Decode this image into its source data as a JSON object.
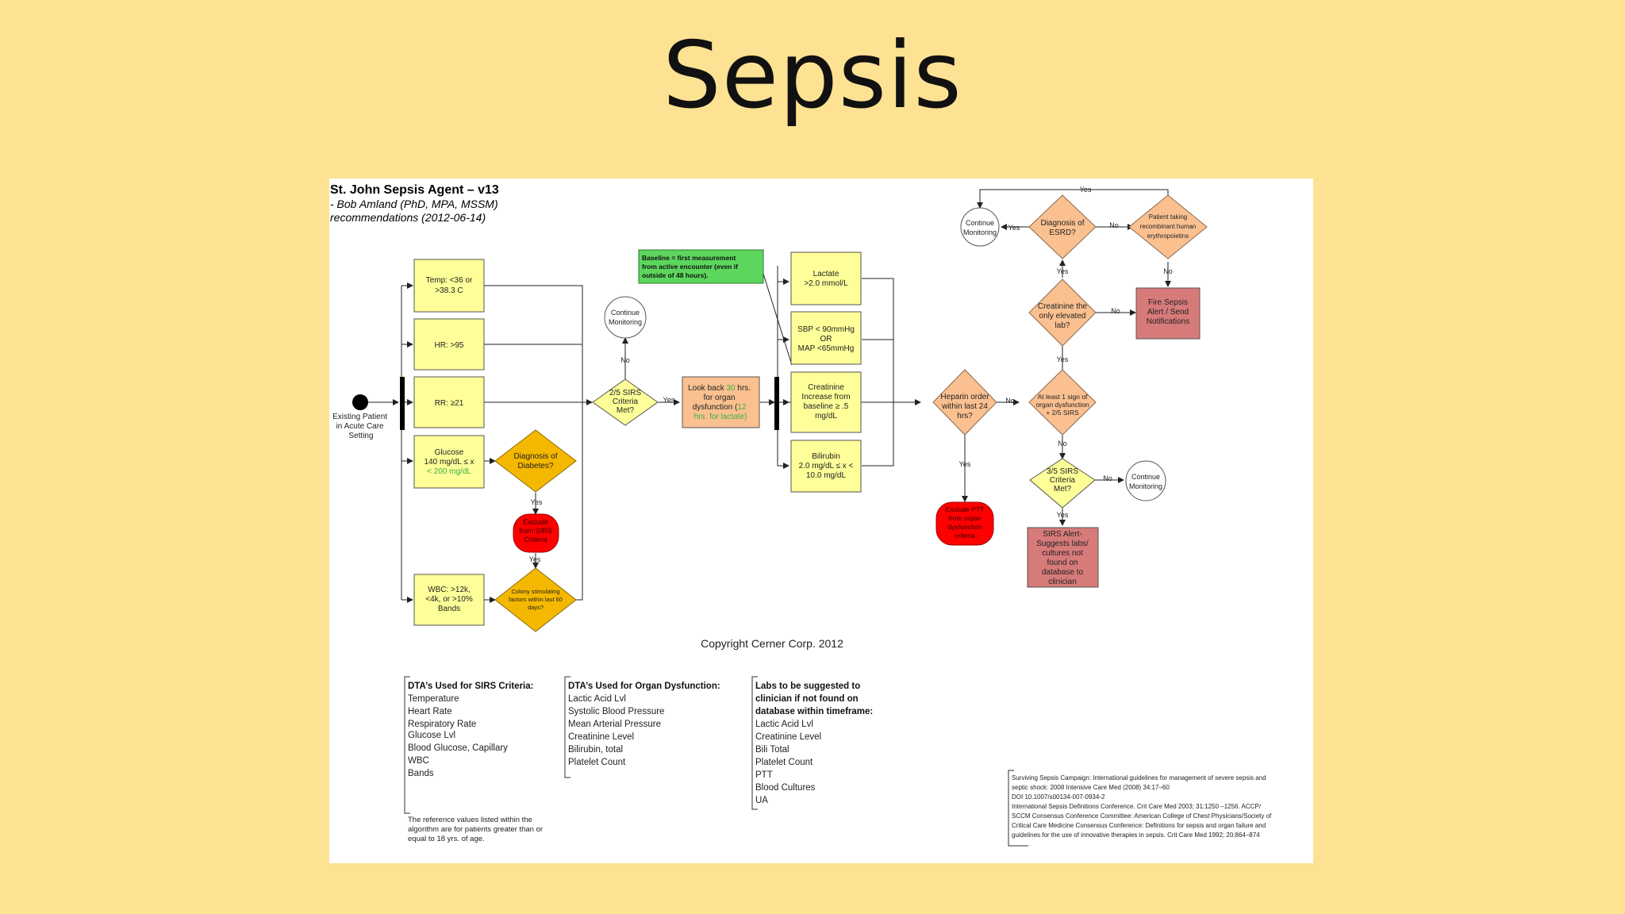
{
  "slide_title": "Sepsis",
  "header": {
    "title": "St. John Sepsis Agent – v13",
    "line2": "- Bob Amland (PhD, MPA, MSSM)",
    "line3": "recommendations (2012-06-14)"
  },
  "start": {
    "l1": "Existing Patient",
    "l2": "in Acute Care",
    "l3": "Setting"
  },
  "sirs": {
    "temp": [
      "Temp: <36 or",
      ">38.3 C"
    ],
    "hr": "HR: >95",
    "rr": "RR: ≥21",
    "glucose": [
      "Glucose",
      "140 mg/dL ≤ x",
      "< 200 mg/dL"
    ],
    "wbc": [
      "WBC: >12k,",
      "<4k, or >10%",
      "Bands"
    ]
  },
  "diabetes": [
    "Diagnosis of",
    "Diabetes?"
  ],
  "exclude_sirs": [
    "Exclude",
    "from SIRS",
    "Criteria"
  ],
  "colony": [
    "Colony stimulating",
    "factors within last 60",
    "days?"
  ],
  "sirs25": [
    "2/5 SIRS",
    "Criteria",
    "Met?"
  ],
  "continue": [
    "Continue",
    "Monitoring"
  ],
  "lookback": {
    "a": "Look back ",
    "b": "30",
    "c": " hrs.",
    "l2": "for organ",
    "l3a": "dysfunction (",
    "l3b": "12",
    "l4": "hrs. for lactate)"
  },
  "baseline": [
    "Baseline = first measurement",
    "from active encounter (even if",
    "outside of 48 hours)."
  ],
  "organ": {
    "lactate": [
      "Lactate",
      ">2.0 mmol/L"
    ],
    "sbp": [
      "SBP < 90mmHg",
      "OR",
      "MAP <65mmHg"
    ],
    "creat": [
      "Creatinine",
      "Increase from",
      "baseline ≥ .5",
      "mg/dL"
    ],
    "bili": [
      "Bilirubin",
      "2.0 mg/dL ≤ x <",
      "10.0 mg/dL"
    ]
  },
  "heparin": [
    "Heparin order",
    "within last 24",
    "hrs?"
  ],
  "exclude_ptt": [
    "Exclude PTT",
    "from organ",
    "dysfunction",
    "criteria"
  ],
  "atleast": [
    "At least 1 sign of",
    "organ dysfunction",
    "+ 2/5 SIRS"
  ],
  "creat_only": [
    "Creatinine the",
    "only elevated",
    "lab?"
  ],
  "esrd": [
    "Diagnosis of",
    "ESRD?"
  ],
  "erythro": [
    "Patient taking",
    "recombinant human",
    "erythropoietins"
  ],
  "fire": [
    "Fire Sepsis",
    "Alert / Send",
    "Notifications"
  ],
  "sirs35": [
    "3/5 SIRS",
    "Criteria",
    "Met?"
  ],
  "sirs_alert": [
    "SIRS Alert-",
    "Suggests labs/",
    "cultures not",
    "found on",
    "database to",
    "clinician"
  ],
  "labels": {
    "yes": "Yes",
    "no": "No"
  },
  "copyright": "Copyright Cerner Corp. 2012",
  "dta_sirs": {
    "title": "DTA’s Used for SIRS Criteria:",
    "items": [
      "Temperature",
      "Heart Rate",
      "Respiratory Rate",
      "Glucose Lvl",
      "Blood Glucose, Capillary",
      "WBC",
      "Bands"
    ]
  },
  "dta_organ": {
    "title": "DTA’s Used for Organ Dysfunction:",
    "items": [
      "Lactic Acid Lvl",
      "Systolic Blood Pressure",
      "Mean Arterial Pressure",
      "Creatinine Level",
      "Bilirubin, total",
      "Platelet Count"
    ]
  },
  "labs": {
    "title": [
      "Labs to be suggested to",
      "clinician if not found on",
      "database within timeframe:"
    ],
    "items": [
      "Lactic Acid Lvl",
      "Creatinine Level",
      "Bili Total",
      "Platelet Count",
      "PTT",
      "Blood Cultures",
      "UA"
    ]
  },
  "reference_note": [
    "The reference values listed within the",
    "algorithm are for patients greater than or",
    "equal to 18 yrs. of age."
  ],
  "citations": [
    "Surviving Sepsis Campaign: International guidelines for management of severe sepsis and",
    "septic shock: 2008 Intensive Care Med (2008) 34:17–60",
    "DOI 10.1007/s00134-007-0934-2",
    "International Sepsis Definitions Conference. Crit Care Med 2003; 31:1250 –1256. ACCP/",
    "SCCM Consensus Conference Committee: American College of Chest Physicians/Society of",
    "Critical Care Medicine Consensus Conference: Definitions for sepsis and organ failure and",
    "guidelines for the use of innovative therapies in sepsis. Crit Care Med 1992; 20:864–874"
  ],
  "colors": {
    "slide_bg": "#FDE293",
    "yellow_box": "#FFFF99",
    "orange_diamond": "#F5B800",
    "peach": "#FAC090",
    "red": "#FF0000",
    "alert_red": "#D77A7A",
    "green_note": "#5DD65D",
    "green_text": "#3CB043"
  }
}
